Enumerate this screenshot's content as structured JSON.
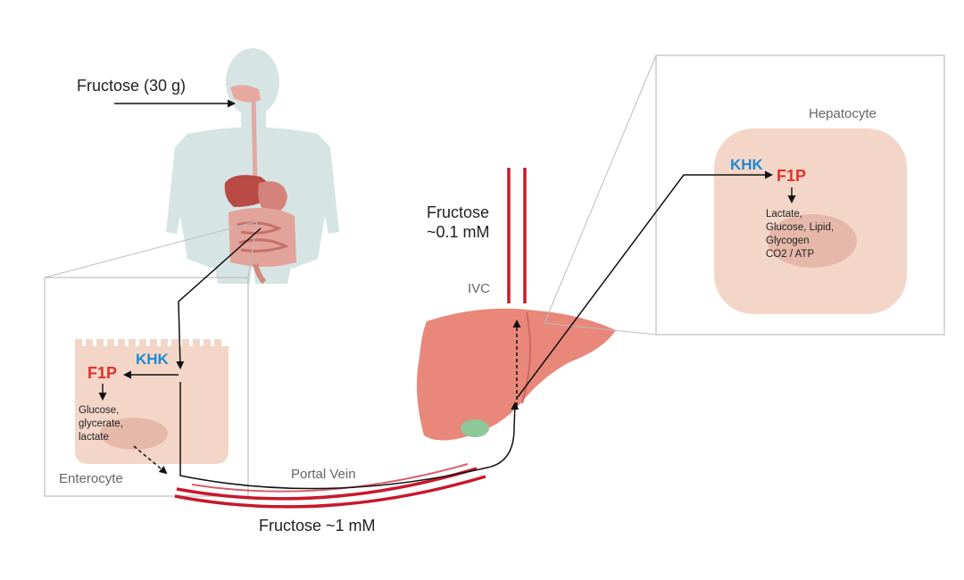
{
  "labels": {
    "fructose_intake": "Fructose (30 g)",
    "enterocyte": "Enterocyte",
    "portal_vein": "Portal Vein",
    "portal_fructose": "Fructose ~1 mM",
    "ivc_fructose_line1": "Fructose",
    "ivc_fructose_line2": "~0.1 mM",
    "ivc": "IVC",
    "hepatocyte": "Hepatocyte"
  },
  "enterocyte_box": {
    "khk": "KHK",
    "f1p": "F1P",
    "products": [
      "Glucose,",
      "glycerate,",
      "lactate"
    ]
  },
  "hepatocyte_box": {
    "khk": "KHK",
    "f1p": "F1P",
    "products": [
      "Lactate,",
      "Glucose, Lipid,",
      "Glycogen",
      "CO2 / ATP"
    ]
  },
  "colors": {
    "khk": "#1e8ad2",
    "f1p": "#e0322d",
    "vessel": "#c8182b",
    "cell_fill": "#f4d6c8",
    "cell_spot": "#e5b8aa",
    "liver": "#e8877a",
    "gallbladder": "#8ec79a",
    "body_silhouette": "#d6e4e4",
    "panel_border": "#bdbdbd"
  }
}
